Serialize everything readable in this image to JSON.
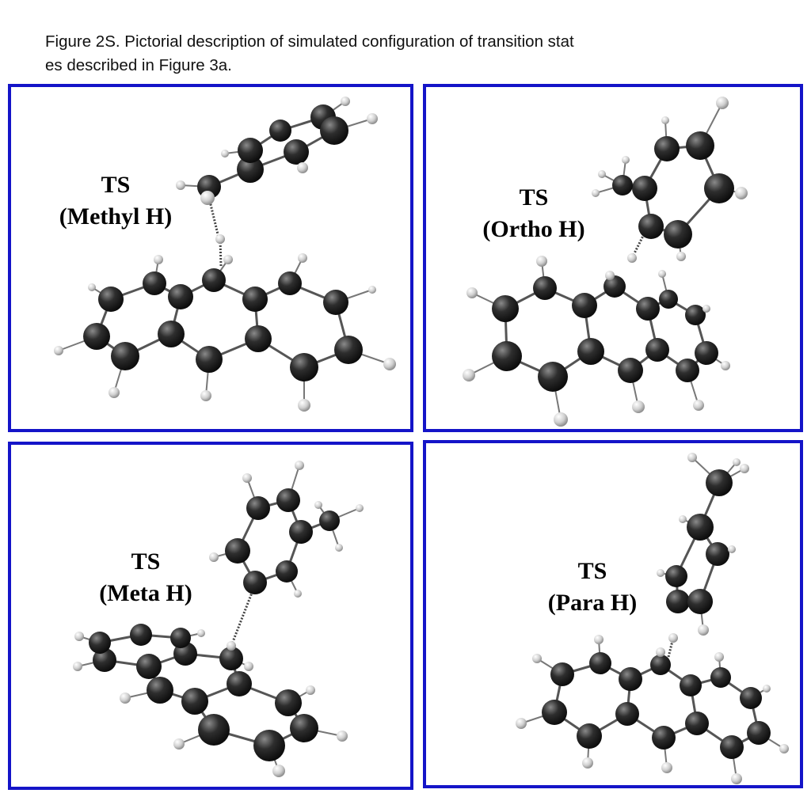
{
  "caption": {
    "line1": "Figure 2S. Pictorial description of simulated configuration of transition stat",
    "line2": "es described in Figure 3a."
  },
  "panels": [
    {
      "ts": "TS",
      "label": "(Methyl H)"
    },
    {
      "ts": "TS",
      "label": "(Ortho H)"
    },
    {
      "ts": "TS",
      "label": "(Meta H)"
    },
    {
      "ts": "TS",
      "label": "(Para H)"
    }
  ],
  "colors": {
    "frame": "#1414c8",
    "carbon": "#2b2b2b",
    "hydrogen": "#d6d6d6",
    "bond": "#555555"
  }
}
